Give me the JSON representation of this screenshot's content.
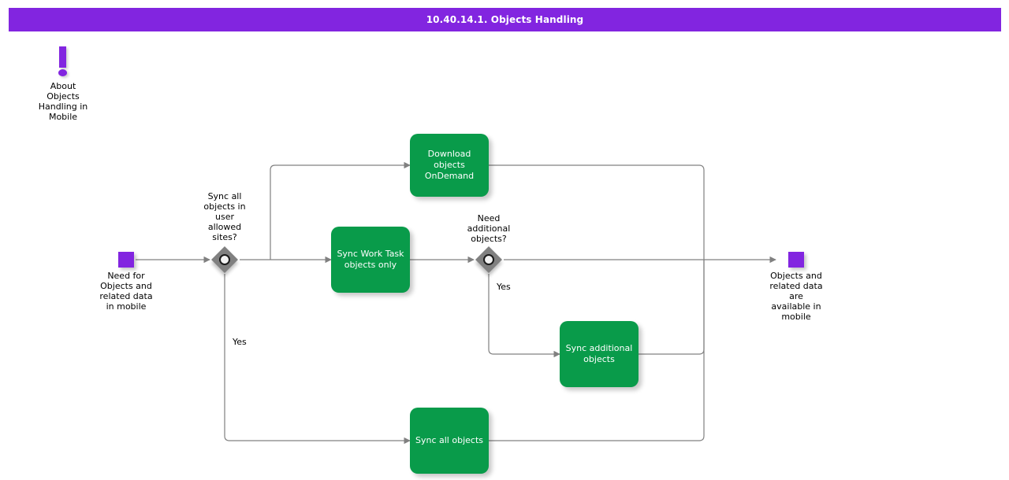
{
  "header": {
    "title": "10.40.14.1. Objects Handling",
    "background_color": "#8225e0",
    "text_color": "#ffffff"
  },
  "theme": {
    "task_color": "#099b4a",
    "event_color": "#8225e0",
    "gateway_color": "#808080",
    "connector_color": "#808080",
    "canvas_color": "#ffffff"
  },
  "annotation": {
    "icon": "exclamation-icon",
    "label": "About\nObjects\nHandling in\nMobile"
  },
  "events": {
    "start": {
      "name": "start-event",
      "label": "Need for\nObjects and\nrelated data\nin mobile"
    },
    "end": {
      "name": "end-event",
      "label": "Objects and\nrelated data\nare\navailable in\nmobile"
    }
  },
  "gateways": [
    {
      "id": "gateway-sync-all-sites",
      "icon": "event-based-gateway-icon",
      "label": "Sync all\nobjects in\nuser\nallowed\nsites?"
    },
    {
      "id": "gateway-need-additional",
      "icon": "event-based-gateway-icon",
      "label": "Need\nadditional\nobjects?"
    }
  ],
  "tasks": [
    {
      "id": "task-download-ondemand",
      "label": "Download\nobjects\nOnDemand"
    },
    {
      "id": "task-sync-work-task",
      "label": "Sync Work Task\nobjects only"
    },
    {
      "id": "task-sync-additional",
      "label": "Sync additional\nobjects"
    },
    {
      "id": "task-sync-all-objects",
      "label": "Sync all objects"
    }
  ],
  "edge_labels": [
    {
      "id": "edge-label-gateway1-yes",
      "text": "Yes"
    },
    {
      "id": "edge-label-gateway2-yes",
      "text": "Yes"
    }
  ]
}
